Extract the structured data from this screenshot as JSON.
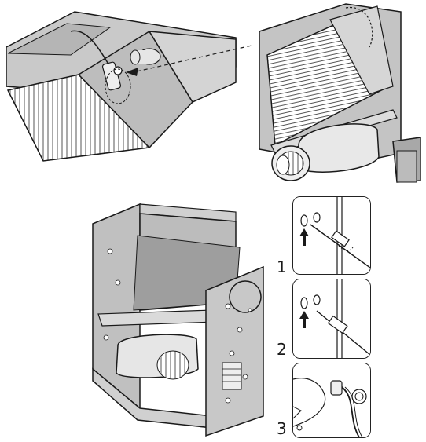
{
  "figure": {
    "kind": "installation-diagram",
    "colors": {
      "metal": "#c4c4c4",
      "metal_dark": "#9a9a9a",
      "line": "#1a1a1a",
      "background": "#ffffff"
    },
    "steps": [
      {
        "number": "1",
        "icon": "sensor-clip-push-up"
      },
      {
        "number": "2",
        "icon": "sensor-clip-inserted"
      },
      {
        "number": "3",
        "icon": "sensor-cable-routed"
      }
    ]
  }
}
